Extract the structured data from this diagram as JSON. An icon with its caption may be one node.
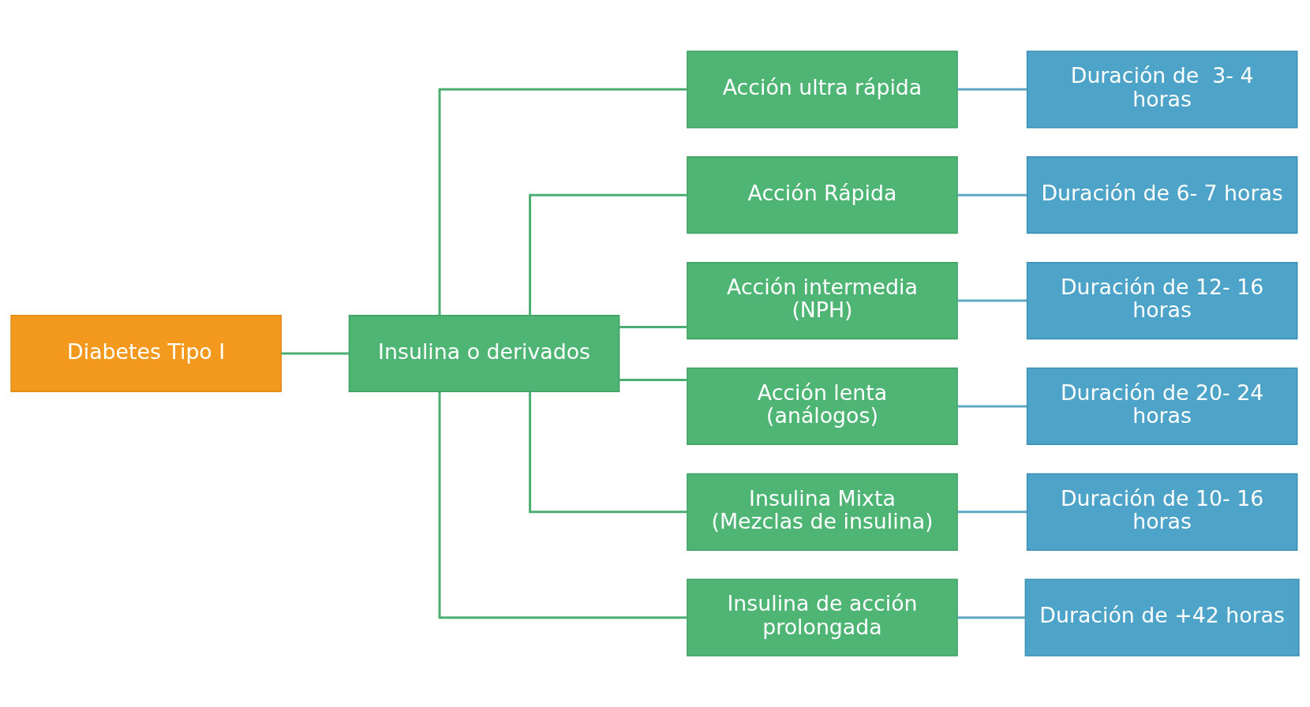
{
  "diagram": {
    "nodes": [
      {
        "text": [
          "Diabetes Tipo I"
        ]
      },
      {
        "text": [
          "Insulina o derivados"
        ]
      },
      {
        "text": [
          "Acción ultra rápida"
        ]
      },
      {
        "text": [
          "Acción Rápida"
        ]
      },
      {
        "text": [
          "Acción intermedia (NPH)"
        ]
      },
      {
        "text": [
          "Acción lenta (análogos)"
        ]
      },
      {
        "text": [
          "Insulina Mixta (Mezclas de insulina)"
        ]
      },
      {
        "text": [
          "Insulina de acción prolongada"
        ]
      },
      {
        "text": [
          "Duración de  3- 4 horas"
        ]
      },
      {
        "text": [
          "Duración de 6- 7 horas"
        ]
      },
      {
        "text": [
          "Duración de 12- 16 horas"
        ]
      },
      {
        "text": [
          "Duración de 20- 24 horas"
        ]
      },
      {
        "text": [
          "Duración de 10- 16 horas"
        ]
      },
      {
        "text": [
          "Duración de +42 horas"
        ]
      }
    ],
    "edges": [
      {
        "from": 0,
        "to": 1,
        "arrow": "none"
      },
      {
        "from": 1,
        "to": 2,
        "arrow": "none"
      },
      {
        "from": 1,
        "to": 3,
        "arrow": "none"
      },
      {
        "from": 1,
        "to": 4,
        "arrow": "none"
      },
      {
        "from": 1,
        "to": 5,
        "arrow": "none"
      },
      {
        "from": 1,
        "to": 6,
        "arrow": "none"
      },
      {
        "from": 1,
        "to": 7,
        "arrow": "none"
      },
      {
        "from": 2,
        "to": 8,
        "arrow": "none",
        "color": "#5fa8c4"
      },
      {
        "from": 3,
        "to": 9,
        "arrow": "none",
        "color": "#5fa8c4"
      },
      {
        "from": 4,
        "to": 10,
        "arrow": "none",
        "color": "#5fa8c4"
      },
      {
        "from": 5,
        "to": 11,
        "arrow": "none",
        "color": "#5fa8c4"
      },
      {
        "from": 6,
        "to": 12,
        "arrow": "none",
        "color": "#5fa8c4"
      },
      {
        "from": 7,
        "to": 13,
        "arrow": "none",
        "color": "#5fa8c4"
      }
    ]
  }
}
